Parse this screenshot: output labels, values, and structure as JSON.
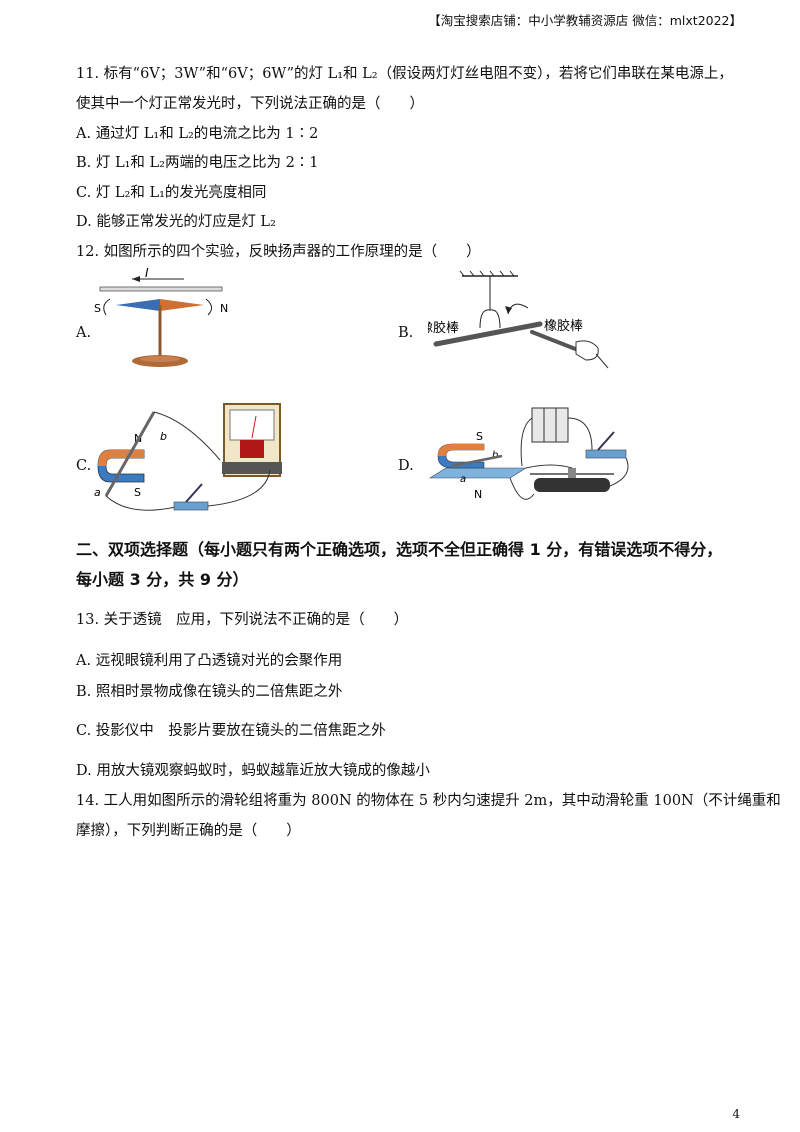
{
  "header": "【淘宝搜索店铺：中小学教辅资源店 微信：mlxt2022】",
  "q11": {
    "stem1": "11. 标有“6V；3W”和“6V；6W”的灯 L₁和 L₂（假设两灯灯丝电阻不变），若将它们串联在某电源上，",
    "stem2": "使其中一个灯正常发光时，下列说法正确的是（　　）",
    "a": "A. 通过灯 L₁和 L₂的电流之比为 1∶2",
    "b": "B. 灯 L₁和 L₂两端的电压之比为 2∶1",
    "c": "C. 灯 L₂和 L₁的发光亮度相同",
    "d": "D. 能够正常发光的灯应是灯 L₂"
  },
  "q12": {
    "stem": "12. 如图所示的四个实验，反映扬声器的工作原理的是（　　）",
    "labels": {
      "a": "A.",
      "b": "B.",
      "c": "C.",
      "d": "D."
    },
    "fig_a": {
      "current": "I",
      "s": "S",
      "n": "N"
    },
    "fig_b": {
      "rod1": "橡胶棒",
      "rod2": "橡胶棒"
    },
    "fig_c": {
      "n": "N",
      "b": "b",
      "a": "a",
      "s": "S"
    },
    "fig_d": {
      "s": "S",
      "b": "b",
      "a": "a",
      "n": "N"
    }
  },
  "section2": {
    "line1": "二、双项选择题（每小题只有两个正确选项，选项不全但正确得 1 分，有错误选项不得分，",
    "line2": "每小题 3 分，共 9 分）"
  },
  "q13": {
    "stem": "13. 关于透镜　应用，下列说法不正确的是（　　）",
    "a": "A. 远视眼镜利用了凸透镜对光的会聚作用",
    "b": "B. 照相时景物成像在镜头的二倍焦距之外",
    "c": "C. 投影仪中　投影片要放在镜头的二倍焦距之外",
    "d": "D. 用放大镜观察蚂蚁时，蚂蚁越靠近放大镜成的像越小"
  },
  "q14": {
    "stem1": "14. 工人用如图所示的滑轮组将重为 800N 的物体在 5 秒内匀速提升 2m，其中动滑轮重 100N（不计绳重和",
    "stem2": "摩擦），下列判断正确的是（　　）"
  },
  "page_number": "4"
}
